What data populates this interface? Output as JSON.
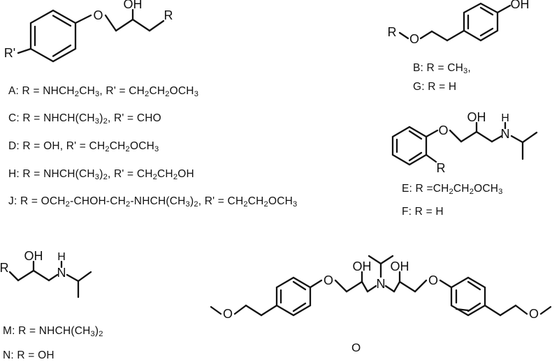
{
  "figure": {
    "background_color": "#ffffff",
    "line_color": "#111111",
    "text_color": "#111111",
    "type": "chemical-structure-diagram",
    "description": "Markush chemical structures with R-group substituent legends"
  },
  "structures": {
    "aryloxypropanolamine": {
      "name": "para-substituted phenoxypropanol scaffold",
      "atom_labels": {
        "r_prime": "R'",
        "ether_o": "O",
        "hydroxyl": "OH",
        "r": "R"
      },
      "legend": [
        {
          "id": "A",
          "text": "A: R = NHCH2CH3, R' = CH2CH2OCH3",
          "parts": [
            {
              "t": "A: R = NHCH"
            },
            {
              "sub": "2"
            },
            {
              "t": "CH"
            },
            {
              "sub": "3"
            },
            {
              "t": ", R' = CH"
            },
            {
              "sub": "2"
            },
            {
              "t": "CH"
            },
            {
              "sub": "2"
            },
            {
              "t": "OCH"
            },
            {
              "sub": "3"
            }
          ]
        },
        {
          "id": "C",
          "text": "C: R = NHCH(CH3)2, R' = CHO",
          "parts": [
            {
              "t": "C: R = NHCH(CH"
            },
            {
              "sub": "3"
            },
            {
              "t": ")"
            },
            {
              "sub": "2"
            },
            {
              "t": ", R' = CHO"
            }
          ]
        },
        {
          "id": "D",
          "text": "D: R = OH, R' = CH2CH2OCH3",
          "parts": [
            {
              "t": "D: R = OH, R' = CH"
            },
            {
              "sub": "2"
            },
            {
              "t": "CH"
            },
            {
              "sub": "2"
            },
            {
              "t": "OCH"
            },
            {
              "sub": "3"
            }
          ]
        },
        {
          "id": "H",
          "text": "H: R = NHCH(CH3)2, R' = CH2CH2OH",
          "parts": [
            {
              "t": "H: R = NHCH(CH"
            },
            {
              "sub": "3"
            },
            {
              "t": ")"
            },
            {
              "sub": "2"
            },
            {
              "t": ", R' = CH"
            },
            {
              "sub": "2"
            },
            {
              "t": "CH"
            },
            {
              "sub": "2"
            },
            {
              "t": "OH"
            }
          ]
        },
        {
          "id": "J",
          "text": "J: R = OCH2-CHOH-CH2-NHCH(CH3)2, R' = CH2CH2OCH3",
          "parts": [
            {
              "t": "J: R = OCH"
            },
            {
              "sub": "2"
            },
            {
              "t": "-CHOH-CH"
            },
            {
              "sub": "2"
            },
            {
              "t": "-NHCH(CH"
            },
            {
              "sub": "3"
            },
            {
              "t": ")"
            },
            {
              "sub": "2"
            },
            {
              "t": ", R' = CH"
            },
            {
              "sub": "2"
            },
            {
              "t": "CH"
            },
            {
              "sub": "2"
            },
            {
              "t": "OCH"
            },
            {
              "sub": "3"
            }
          ]
        }
      ]
    },
    "hydroxyphenyl_ethyl_ether": {
      "name": "4-(2-alkoxyethyl)phenol scaffold",
      "atom_labels": {
        "r": "R",
        "ether_o": "O",
        "phenol_oh": "OH"
      },
      "legend": [
        {
          "id": "B",
          "text": "B: R = CH3,",
          "parts": [
            {
              "t": "B: R = CH"
            },
            {
              "sub": "3"
            },
            {
              "t": ","
            }
          ]
        },
        {
          "id": "G",
          "text": "G: R = H",
          "parts": [
            {
              "t": "G: R = H"
            }
          ]
        }
      ]
    },
    "ortho_phenoxypropanolamine": {
      "name": "ortho-substituted phenoxypropanolamine with isopropylamine",
      "atom_labels": {
        "ether_o": "O",
        "hydroxyl": "OH",
        "amine_h": "H",
        "amine_n": "N",
        "r": "R"
      },
      "legend": [
        {
          "id": "E",
          "text": "E: R =CH2CH2OCH3",
          "parts": [
            {
              "t": "E: R =CH"
            },
            {
              "sub": "2"
            },
            {
              "t": "CH"
            },
            {
              "sub": "2"
            },
            {
              "t": "OCH"
            },
            {
              "sub": "3"
            }
          ]
        },
        {
          "id": "F",
          "text": "F: R = H",
          "parts": [
            {
              "t": "F: R = H"
            }
          ]
        }
      ]
    },
    "propanolamine_fragment": {
      "name": "1-R-3-(isopropylamino)propan-2-ol fragment",
      "atom_labels": {
        "r": "R",
        "hydroxyl": "OH",
        "amine_h": "H",
        "amine_n": "N"
      },
      "legend": [
        {
          "id": "M",
          "text": "M: R = NHCH(CH3)2",
          "parts": [
            {
              "t": "M: R = NHCH(CH"
            },
            {
              "sub": "3"
            },
            {
              "t": ")"
            },
            {
              "sub": "2"
            }
          ]
        },
        {
          "id": "N",
          "text": "N: R = OH",
          "parts": [
            {
              "t": "N: R = OH"
            }
          ]
        }
      ]
    },
    "bis_metoprolol_dimer": {
      "name": "Symmetrical bis-aryloxypropanolamine tertiary amine (metoprolol dimer)",
      "atom_labels": {
        "left_methoxy_o": "O",
        "left_ether_o": "O",
        "left_hydroxyl": "OH",
        "amine_n": "N",
        "right_hydroxyl": "OH",
        "right_ether_o": "O",
        "right_methoxy_o": "O"
      },
      "label": "O"
    }
  }
}
